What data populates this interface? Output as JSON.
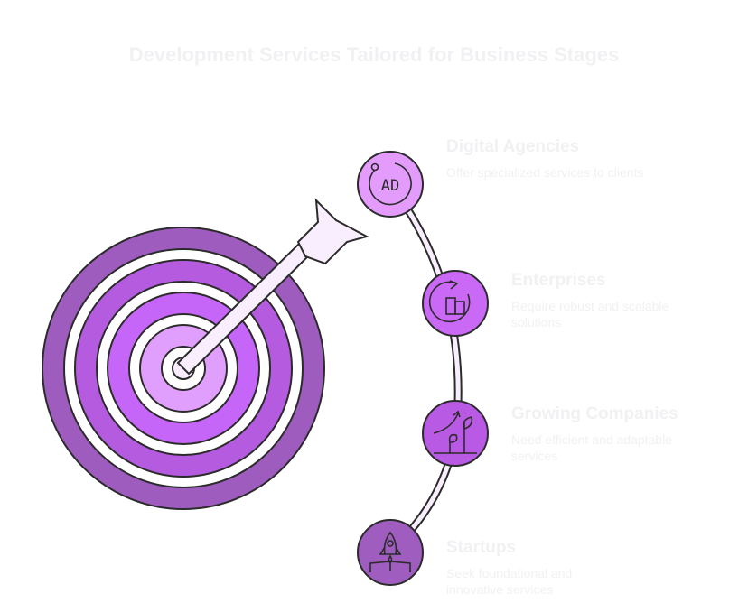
{
  "title": "Development Services Tailored for Business Stages",
  "stages": [
    {
      "title": "Digital Agencies",
      "desc": "Offer specialized services to clients",
      "icon": "ad-icon",
      "color": "#e39cfc"
    },
    {
      "title": "Enterprises",
      "desc": "Require robust and scalable solutions",
      "icon": "building-cycle-icon",
      "color": "#cb69f7"
    },
    {
      "title": "Growing Companies",
      "desc": "Need efficient and adaptable services",
      "icon": "growth-plant-icon",
      "color": "#b95ae5"
    },
    {
      "title": "Startups",
      "desc": "Seek foundational and innovative services",
      "icon": "rocket-icon",
      "color": "#a05dc0"
    }
  ],
  "icon_text": "AD"
}
